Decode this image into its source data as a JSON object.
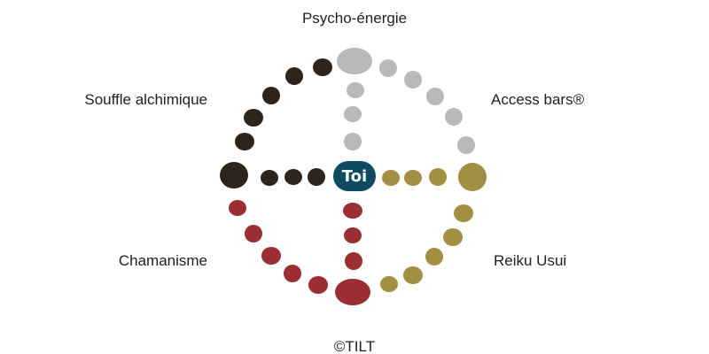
{
  "labels": {
    "top": "Psycho-énergie",
    "upper_left": "Souffle alchimique",
    "upper_right": "Access bars®",
    "lower_left": "Chamanisme",
    "lower_right": "Reiku Usui",
    "footer": "©TILT"
  },
  "center": {
    "text": "Toi",
    "color": "#0f4a63"
  },
  "colors": {
    "grey": "#b9b9b9",
    "dark": "#2c241d",
    "olive": "#a38f43",
    "red": "#9b2e33"
  }
}
